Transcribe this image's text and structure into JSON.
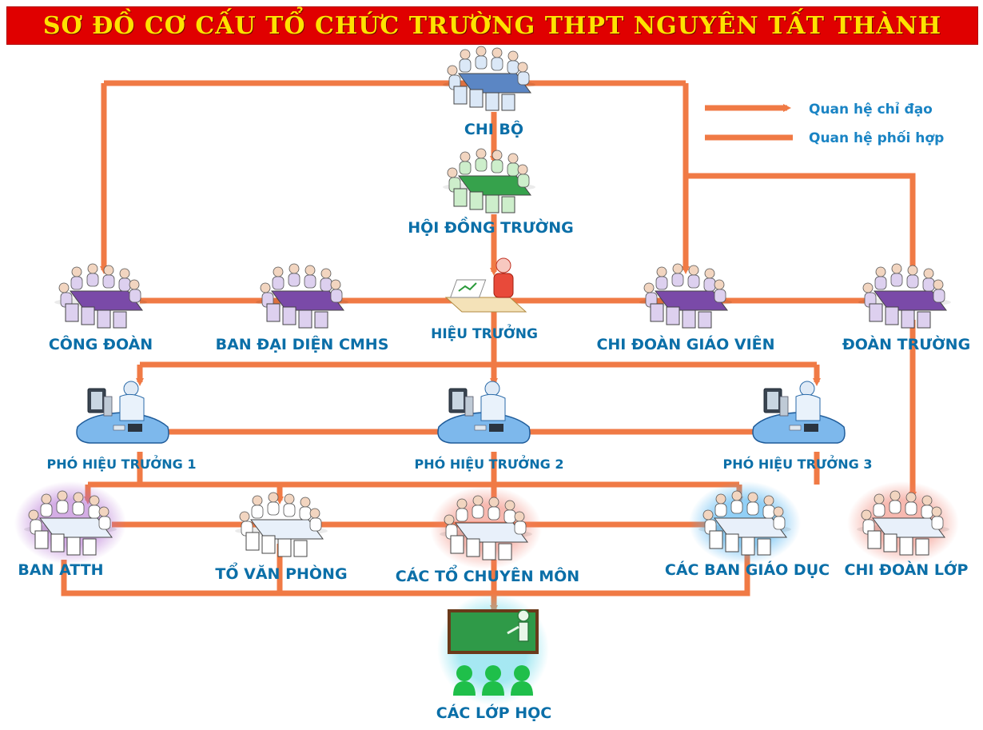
{
  "title": "SƠ ĐỒ CƠ CẤU TỔ CHỨC TRƯỜNG THPT NGUYÊN TẤT THÀNH",
  "legend": {
    "directive": "Quan hệ chỉ đạo",
    "coordination": "Quan hệ phối hợp"
  },
  "colors": {
    "line": "#f07a45",
    "label": "#0b6fa8",
    "title_bg": "#e00000",
    "title_text": "#ffe200"
  },
  "nodes": {
    "chi_bo": "CHI BỘ",
    "hoi_dong_truong": "HỘI ĐỒNG TRƯỜNG",
    "cong_doan": "CÔNG ĐOÀN",
    "ban_dai_dien_cmhs": "BAN ĐẠI DIỆN CMHS",
    "hieu_truong": "HIỆU TRƯỞNG",
    "chi_doan_giao_vien": "CHI ĐOÀN GIÁO VIÊN",
    "doan_truong": "ĐOÀN TRƯỜNG",
    "pho_hieu_truong_1": "PHÓ HIỆU TRƯỞNG 1",
    "pho_hieu_truong_2": "PHÓ HIỆU TRƯỞNG 2",
    "pho_hieu_truong_3": "PHÓ HIỆU TRƯỞNG 3",
    "ban_atth": "BAN ATTH",
    "to_van_phong": "TỔ VĂN PHÒNG",
    "cac_to_chuyen_mon": "CÁC TỔ CHUYÊN MÔN",
    "cac_ban_giao_duc": "CÁC BAN GIÁO DỤC",
    "chi_doan_lop": "CHI ĐOÀN LỚP",
    "cac_lop_hoc": "CÁC LỚP HỌC"
  }
}
